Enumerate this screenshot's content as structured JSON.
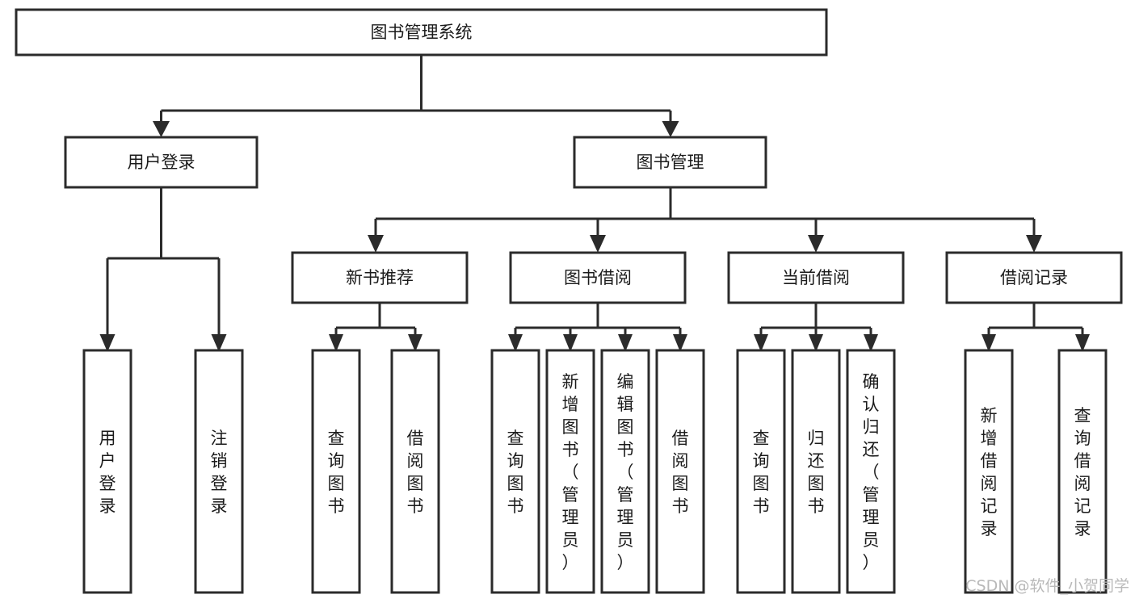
{
  "diagram": {
    "title": "图书管理系统",
    "type": "hierarchy-tree",
    "background_color": "#ffffff",
    "line_color": "#2b2b2b",
    "box_fill": "#ffffff",
    "text_color": "#1b1b1b",
    "levels": {
      "level1": [
        {
          "id": "root",
          "label": "图书管理系统",
          "orientation": "horizontal"
        }
      ],
      "level2": [
        {
          "id": "user-login",
          "label": "用户登录",
          "orientation": "horizontal"
        },
        {
          "id": "book-manage",
          "label": "图书管理",
          "orientation": "horizontal"
        }
      ],
      "level3": [
        {
          "id": "new-book-rec",
          "label": "新书推荐",
          "orientation": "horizontal",
          "parent": "book-manage"
        },
        {
          "id": "book-borrow",
          "label": "图书借阅",
          "orientation": "horizontal",
          "parent": "book-manage"
        },
        {
          "id": "current-borrow",
          "label": "当前借阅",
          "orientation": "horizontal",
          "parent": "book-manage"
        },
        {
          "id": "borrow-record",
          "label": "借阅记录",
          "orientation": "horizontal",
          "parent": "book-manage"
        }
      ],
      "leaves": [
        {
          "id": "leaf-user-login",
          "label": "用户登录",
          "orientation": "vertical",
          "parent": "user-login"
        },
        {
          "id": "leaf-logout",
          "label": "注销登录",
          "orientation": "vertical",
          "parent": "user-login"
        },
        {
          "id": "leaf-query-book-1",
          "label": "查询图书",
          "orientation": "vertical",
          "parent": "new-book-rec"
        },
        {
          "id": "leaf-borrow-book-1",
          "label": "借阅图书",
          "orientation": "vertical",
          "parent": "new-book-rec"
        },
        {
          "id": "leaf-query-book-2",
          "label": "查询图书",
          "orientation": "vertical",
          "parent": "book-borrow"
        },
        {
          "id": "leaf-add-book",
          "label": "新增图书（管理员）",
          "orientation": "vertical",
          "parent": "book-borrow"
        },
        {
          "id": "leaf-edit-book",
          "label": "编辑图书（管理员）",
          "orientation": "vertical",
          "parent": "book-borrow"
        },
        {
          "id": "leaf-borrow-book-2",
          "label": "借阅图书",
          "orientation": "vertical",
          "parent": "book-borrow"
        },
        {
          "id": "leaf-query-book-3",
          "label": "查询图书",
          "orientation": "vertical",
          "parent": "current-borrow"
        },
        {
          "id": "leaf-return-book",
          "label": "归还图书",
          "orientation": "vertical",
          "parent": "current-borrow"
        },
        {
          "id": "leaf-confirm-return",
          "label": "确认归还（管理员）",
          "orientation": "vertical",
          "parent": "current-borrow"
        },
        {
          "id": "leaf-add-record",
          "label": "新增借阅记录",
          "orientation": "vertical",
          "parent": "borrow-record"
        },
        {
          "id": "leaf-query-record",
          "label": "查询借阅记录",
          "orientation": "vertical",
          "parent": "borrow-record"
        }
      ]
    }
  },
  "watermark": {
    "text": "CSDN @软件_小贺同学"
  }
}
